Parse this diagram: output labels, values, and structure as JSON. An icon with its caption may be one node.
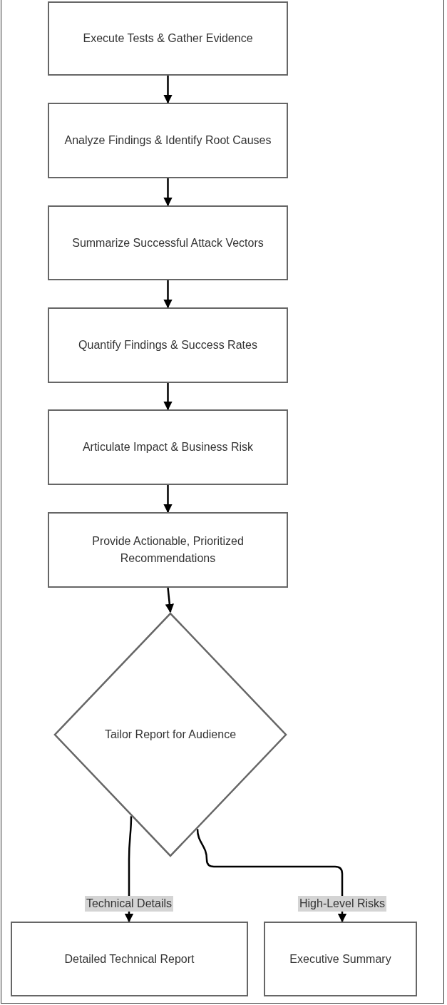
{
  "diagram": {
    "nodes": [
      {
        "text": [
          "Execute Tests & Gather Evidence"
        ]
      },
      {
        "text": [
          "Analyze Findings & Identify Root Causes"
        ]
      },
      {
        "text": [
          "Summarize Successful Attack Vectors"
        ]
      },
      {
        "text": [
          "Quantify Findings & Success Rates"
        ]
      },
      {
        "text": [
          "Articulate Impact & Business Risk"
        ]
      },
      {
        "text": [
          "Provide Actionable, Prioritized Recommendations"
        ]
      },
      {
        "text": [
          "Tailor Report for Audience"
        ]
      },
      {
        "text": [
          "Detailed Technical Report"
        ]
      },
      {
        "text": [
          "Executive Summary"
        ]
      }
    ],
    "edges": [
      {
        "from": 0,
        "to": 1,
        "arrow": "to"
      },
      {
        "from": 1,
        "to": 2,
        "arrow": "to"
      },
      {
        "from": 2,
        "to": 3,
        "arrow": "to"
      },
      {
        "from": 3,
        "to": 4,
        "arrow": "to"
      },
      {
        "from": 4,
        "to": 5,
        "arrow": "to"
      },
      {
        "from": 5,
        "to": 6,
        "arrow": "to"
      },
      {
        "from": 6,
        "to": 7,
        "label": "Technical Details",
        "arrow": "to"
      },
      {
        "from": 6,
        "to": 8,
        "label": "High-Level Risks",
        "arrow": "to"
      }
    ]
  }
}
